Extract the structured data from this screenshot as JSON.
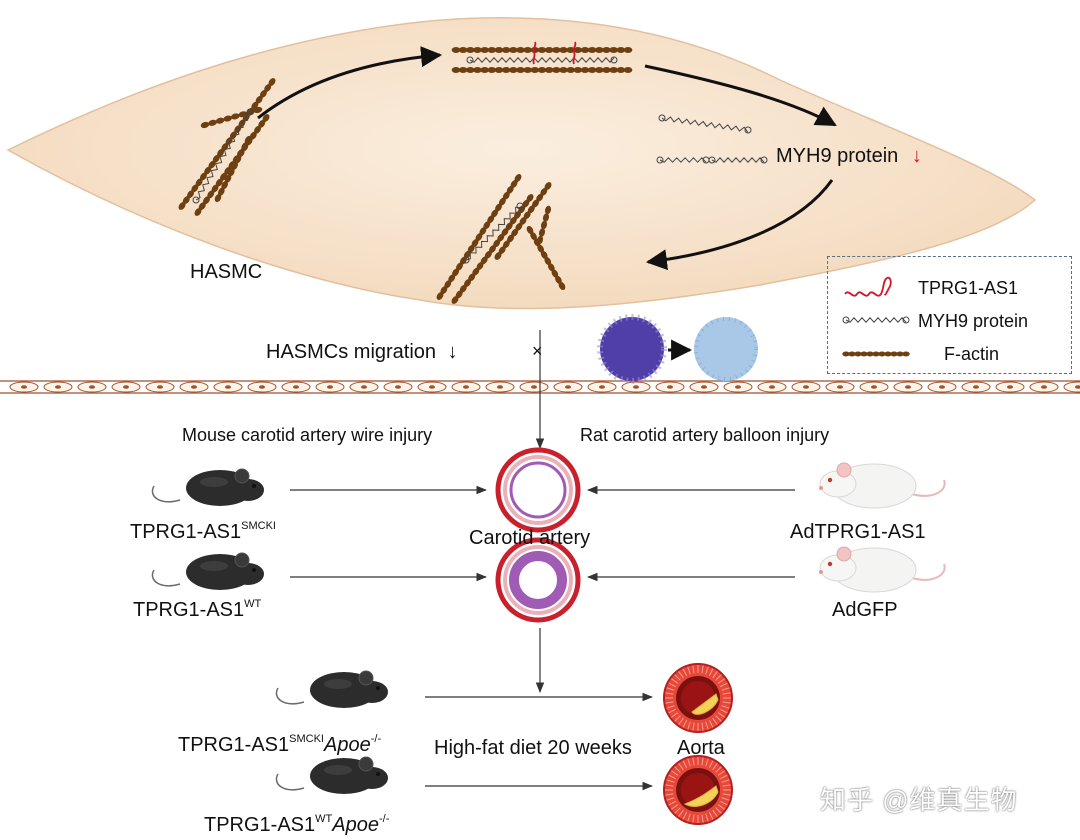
{
  "labels": {
    "hasmc": "HASMC",
    "myh9_protein": "MYH9 protein",
    "myh9_down": "↓",
    "migration": "HASMCs migration",
    "migration_down": "↓",
    "mouse_injury": "Mouse carotid artery wire injury",
    "rat_injury": "Rat carotid artery balloon injury",
    "carotid_artery": "Carotid artery",
    "tprg1_base": "TPRG1-AS1",
    "smcki_sup": "SMCKI",
    "wt_sup": "WT",
    "apoe": "Apoe",
    "apoe_sup": "-/-",
    "ad_tprg1": "AdTPRG1-AS1",
    "ad_gfp": "AdGFP",
    "diet": "High-fat diet 20 weeks",
    "aorta": "Aorta",
    "block_mark": "×"
  },
  "legend": {
    "items": [
      {
        "icon": "lncrna-squiggle-icon",
        "label": "TPRG1-AS1"
      },
      {
        "icon": "myosin-filament-icon",
        "label": "MYH9 protein"
      },
      {
        "icon": "actin-chain-icon",
        "label": "F-actin"
      }
    ]
  },
  "watermark": "知乎 @维真生物",
  "colors": {
    "cell_fill": "#f7e3cc",
    "cell_stroke": "#e2c09f",
    "actin": "#6e3f10",
    "lncrna": "#d0152a",
    "artery_red": "#c8202c",
    "artery_inner": "#a05bb5",
    "aorta_fill": "#e8483a",
    "plaque": "#f4d25a",
    "arrow": "#111111",
    "legend_border": "#5a6e86"
  }
}
